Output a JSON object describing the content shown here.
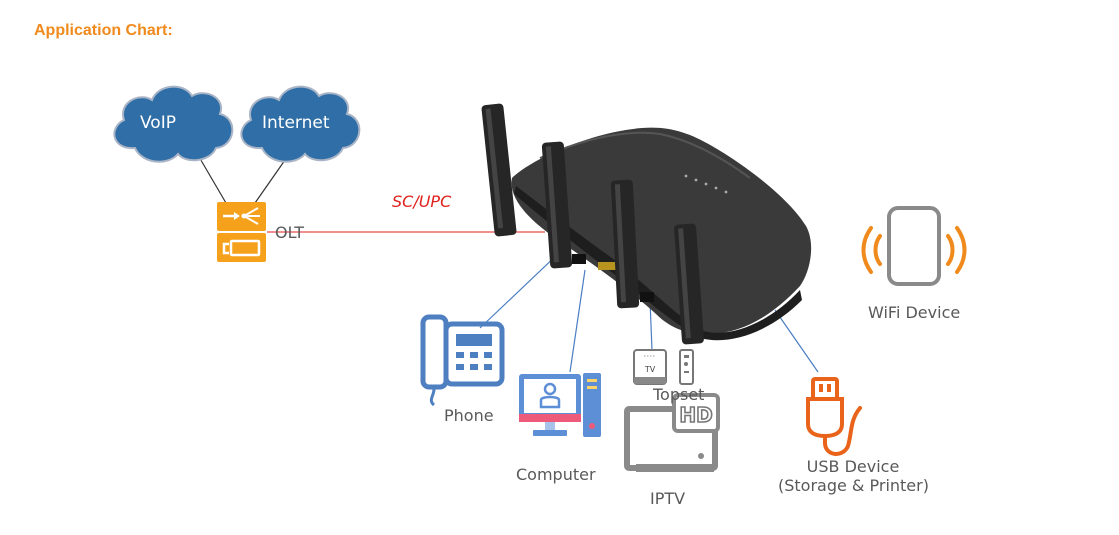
{
  "title": "Application Chart:",
  "clouds": {
    "voip": "VoIP",
    "internet": "Internet"
  },
  "olt_label": "OLT",
  "link_label": "SC/UPC",
  "devices": {
    "phone": "Phone",
    "computer": "Computer",
    "topset": "Topset",
    "iptv": "IPTV",
    "tv_badge": "TV",
    "hd_badge": "HD",
    "wifi": "WiFi Device",
    "usb_line1": "USB Device",
    "usb_line2": "(Storage & Printer)"
  },
  "colors": {
    "title": "#f08a1c",
    "olt": "#f5a11c",
    "cloud": "#2f6ea6",
    "fiber": "#e0201b",
    "cable": "#4a7ec2",
    "phone": "#4e7fc0",
    "accent_orange": "#e9631a",
    "device_gray": "#8a8a8a",
    "router": "#3a3a3a"
  }
}
